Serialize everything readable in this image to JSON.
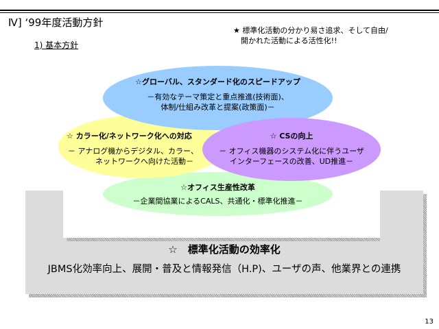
{
  "header": {
    "title": "Ⅳ] ‘99年度活動方針",
    "subtitle": "1) 基本方針"
  },
  "note": {
    "line1": "★ 標準化活動の分かり易さ追求、そして自由/",
    "line2": "開かれた活動による活性化!!"
  },
  "ellipses": {
    "global": {
      "heading": "☆グローバル、スタンダード化のスピードアップ",
      "line1": "－有効なテーマ策定と重点推進(技術面)、",
      "line2": "体制/仕組み改革と提案(政策面)－",
      "color": "#99ccff"
    },
    "color_network": {
      "heading": "☆ カラー化/ネットワーク化への対応",
      "line1": "－ アナログ機からデジタル、カラー、",
      "line2": "ネットワークへ向けた活動－",
      "color": "#ffff99"
    },
    "cs": {
      "heading": "☆ CSの向上",
      "line1": "－ オフィス機器のシステム化に伴うユーザ",
      "line2": "インターフェースの改善、UD推進－",
      "color": "#cc99ff"
    },
    "office": {
      "heading": "☆オフィス生産性改革",
      "line1": "－企業間協業によるCALS、共通化・標準化推進－",
      "color": "#ccffcc"
    }
  },
  "foundation": {
    "heading": "☆　標準化活動の効率化",
    "body": "JBMS化効率向上、展開・普及と情報発信（H.P)、ユーザの声、他業界との連携"
  },
  "page_number": "13"
}
